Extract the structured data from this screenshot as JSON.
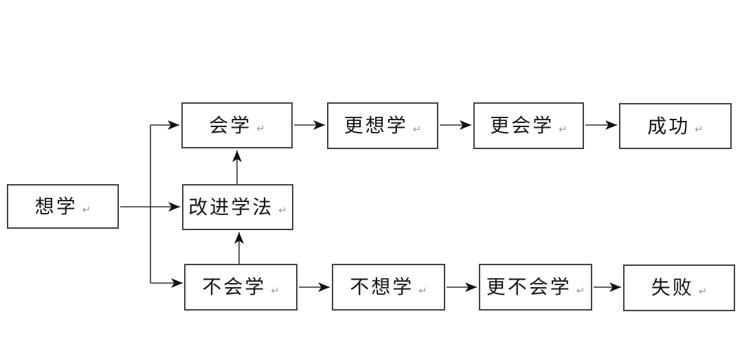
{
  "diagram": {
    "background_color": "#ffffff",
    "box_border_color": "#3f3f3f",
    "line_color": "#2e2e2e",
    "arrowhead_color": "#111111",
    "text_color": "#141414",
    "return_mark": "↵",
    "return_mark_color": "#9b9b9b",
    "nodes": [
      {
        "id": "want-to-learn",
        "label": "想学"
      },
      {
        "id": "can-learn",
        "label": "会学"
      },
      {
        "id": "more-want-to-learn",
        "label": "更想学"
      },
      {
        "id": "more-can-learn",
        "label": "更会学"
      },
      {
        "id": "success",
        "label": "成功"
      },
      {
        "id": "improve-method",
        "label": "改进学法"
      },
      {
        "id": "cannot-learn",
        "label": "不会学"
      },
      {
        "id": "not-want-to-learn",
        "label": "不想学"
      },
      {
        "id": "more-cannot-learn",
        "label": "更不会学"
      },
      {
        "id": "failure",
        "label": "失败"
      }
    ],
    "edges": [
      {
        "from": "想学",
        "to": "会学"
      },
      {
        "from": "想学",
        "to": "改进学法"
      },
      {
        "from": "想学",
        "to": "不会学"
      },
      {
        "from": "会学",
        "to": "更想学"
      },
      {
        "from": "更想学",
        "to": "更会学"
      },
      {
        "from": "更会学",
        "to": "成功"
      },
      {
        "from": "不会学",
        "to": "不想学"
      },
      {
        "from": "不想学",
        "to": "更不会学"
      },
      {
        "from": "更不会学",
        "to": "失败"
      },
      {
        "from": "改进学法",
        "to": "会学"
      },
      {
        "from": "不会学",
        "to": "改进学法"
      }
    ]
  }
}
